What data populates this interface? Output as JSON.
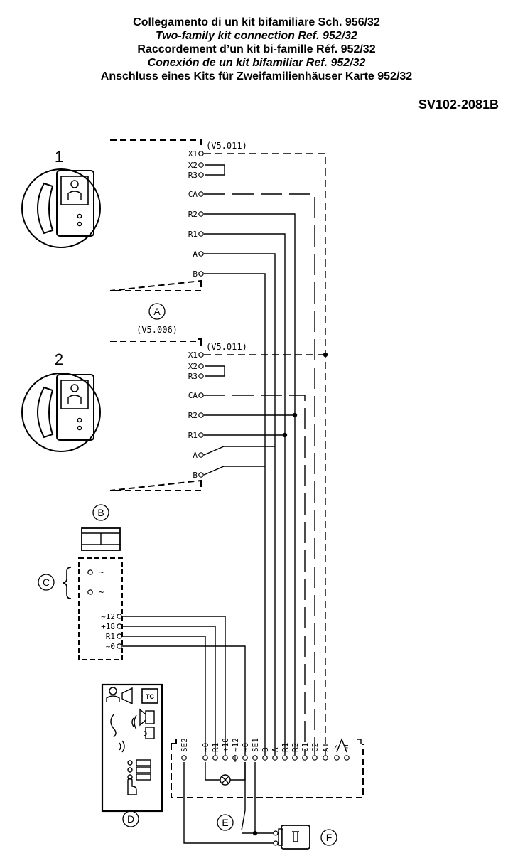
{
  "titles": {
    "it": "Collegamento di un kit bifamiliare Sch. 956/32",
    "en": "Two-family kit connection Ref. 952/32",
    "fr": "Raccordement d’un kit bi-famille Réf. 952/32",
    "es": "Conexión de un kit bifamiliar Ref. 952/32",
    "de": "Anschluss eines Kits für Zweifamilienhäuser Karte 952/32"
  },
  "doc_ref": "SV102-2081B",
  "monitor1": {
    "number": "1",
    "version": "(V5.011)",
    "terminals": [
      "X1",
      "X2",
      "R3",
      "CA",
      "R2",
      "R1",
      "A",
      "B"
    ]
  },
  "monitor2": {
    "number": "2",
    "version": "(V5.011)",
    "terminals": [
      "X1",
      "X2",
      "R3",
      "CA",
      "R2",
      "R1",
      "A",
      "B"
    ]
  },
  "label_a": {
    "letter": "A",
    "version": "(V5.006)"
  },
  "label_b": "B",
  "label_c": "C",
  "label_d": "D",
  "label_e": "E",
  "label_f": "F",
  "power_supply": {
    "ac_symbol": "~",
    "terminals": [
      "~12",
      "+18",
      "R1",
      "~0"
    ]
  },
  "door_panel": {
    "terminals": [
      "SE2",
      "~0",
      "R1",
      "+18",
      "~12",
      "~0",
      "SE1",
      "B",
      "A",
      "R1",
      "R2",
      "C1",
      "C2",
      "AI",
      "4",
      "F"
    ]
  },
  "icons": {
    "tc_label": "TC"
  }
}
